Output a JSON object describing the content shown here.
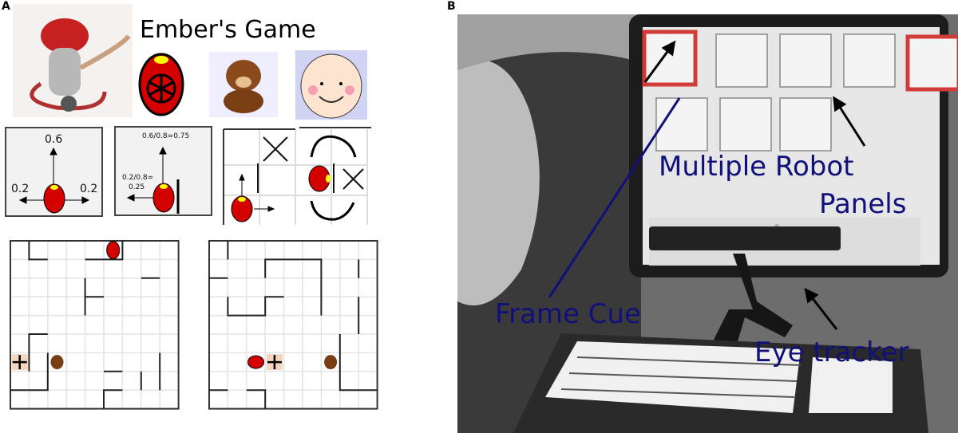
{
  "panel_a": {
    "label": "A",
    "title": "Ember's Game",
    "icons": [
      "firefighter-robot-icon",
      "fire-helmet-icon",
      "puppy-icon",
      "baby-face-icon"
    ],
    "motion_free": {
      "up": "0.6",
      "left": "0.2",
      "right": "0.2"
    },
    "motion_wall": {
      "up": "0.6/0.8=0.75",
      "left_line1": "0.2/0.8=",
      "left_line2": "0.25"
    }
  },
  "panel_b": {
    "label": "B",
    "labels": {
      "panels_line1": "Multiple Robot",
      "panels_line2": "Panels",
      "frame_cue": "Frame Cue",
      "eye_tracker": "Eye tracker"
    },
    "label_color": "#10107a",
    "highlight_color": "#d23a3a"
  }
}
